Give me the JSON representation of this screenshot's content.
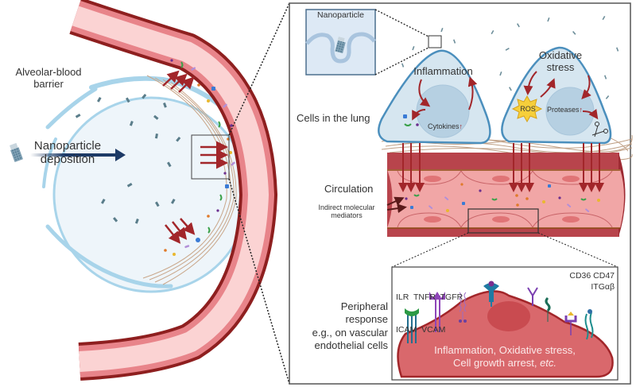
{
  "left_panel": {
    "barrier_label_line1": "Alveolar-blood",
    "barrier_label_line2": "barrier",
    "deposition_label_line1": "Nanoparticle",
    "deposition_label_line2": "deposition"
  },
  "right_panel": {
    "inset_label": "Nanoparticle",
    "cells_label": "Cells in the lung",
    "cell1": {
      "title": "Inflammation",
      "nucleus_label": "Cytokines",
      "nucleus_arrow": "↑"
    },
    "cell2": {
      "title_line1": "Oxidative",
      "title_line2": "stress",
      "ros_label": "ROS",
      "nucleus_label": "Proteases",
      "nucleus_arrow": "↑"
    },
    "circulation_label": "Circulation",
    "mediators_line1": "Indirect molecular",
    "mediators_line2": "mediators",
    "peripheral": {
      "line1": "Peripheral",
      "line2": "response",
      "line3": "e.g., on vascular",
      "line4": "endothelial cells"
    },
    "receptors": {
      "left_line1": "ILR  TNFR  TGFR",
      "left_line2": "ICAM  VCAM",
      "right_line1": "CD36 CD47",
      "right_line2": "ITGαβ"
    },
    "effects_line1": "Inflammation, Oxidative stress,",
    "effects_line2_plain": "Cell growth arrest, ",
    "effects_line2_italic": "etc."
  },
  "colors": {
    "vessel_dark": "#8e1f1f",
    "vessel_mid": "#e8848a",
    "vessel_light": "#fbd3d3",
    "alveolus_fill": "#eef5fa",
    "alveolus_edge": "#a8d4ea",
    "cell_fill": "#d6e6f0",
    "cell_edge": "#4b8fbd",
    "arrow_blue": "#1d3a66",
    "arrow_red": "#a2262a",
    "endothelial": "#d9686c"
  }
}
